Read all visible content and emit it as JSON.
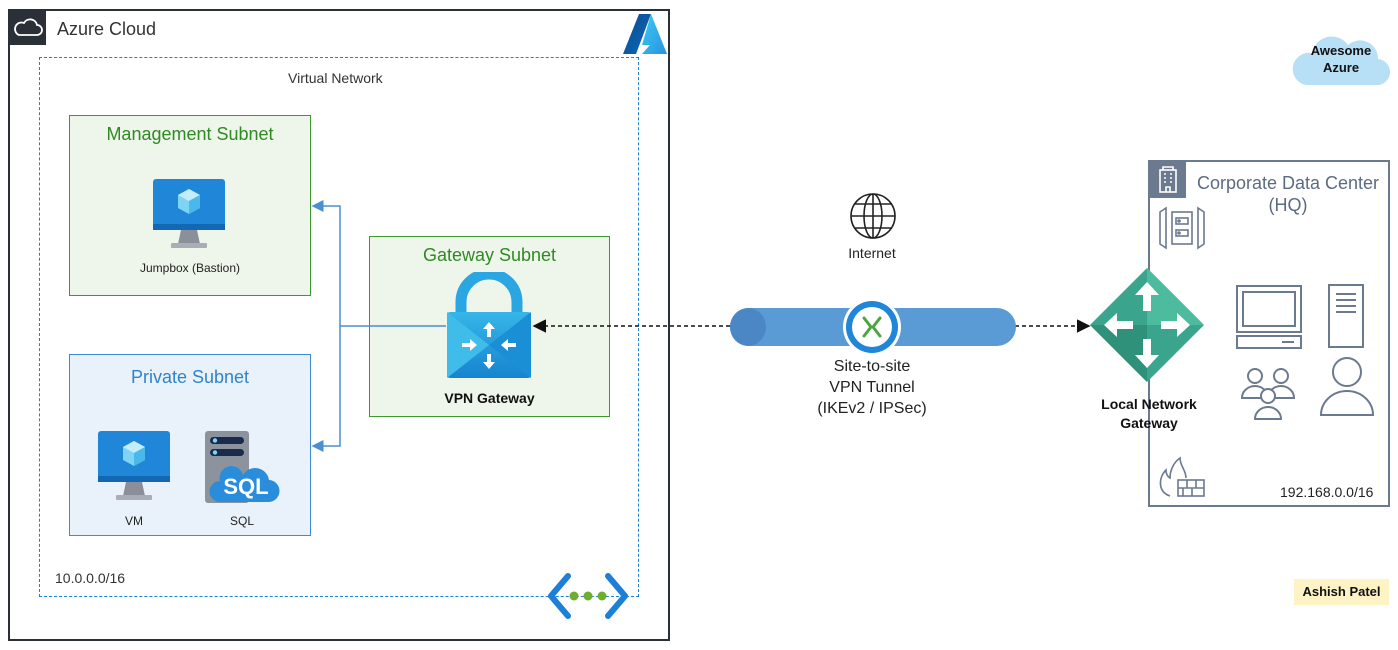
{
  "azure_cloud": {
    "title": "Azure Cloud"
  },
  "virtual_network": {
    "label": "Virtual Network",
    "cidr": "10.0.0.0/16"
  },
  "management_subnet": {
    "title": "Management Subnet",
    "jumpbox_label": "Jumpbox (Bastion)"
  },
  "private_subnet": {
    "title": "Private Subnet",
    "vm_label": "VM",
    "sql_label": "SQL",
    "sql_icon_text": "SQL"
  },
  "gateway_subnet": {
    "title": "Gateway Subnet",
    "vpn_gateway_label": "VPN Gateway"
  },
  "internet": {
    "label": "Internet"
  },
  "tunnel": {
    "line1": "Site-to-site",
    "line2": "VPN Tunnel",
    "line3": "(IKEv2 / IPSec)"
  },
  "local_network_gateway": {
    "line1": "Local Network",
    "line2": "Gateway"
  },
  "corporate_dc": {
    "title_line1": "Corporate Data Center",
    "title_line2": "(HQ)",
    "cidr": "192.168.0.0/16"
  },
  "badges": {
    "awesome_line1": "Awesome",
    "awesome_line2": "Azure",
    "author": "Ashish Patel"
  },
  "colors": {
    "azure_border": "#2b2f38",
    "vnet_border": "#1e7fd6",
    "subnet_green": "#3a9a2e",
    "subnet_blue": "#3d8bd1",
    "tunnel_blue": "#5b9bd5",
    "corp_border": "#6b7a8f",
    "router_teal": "#3aa58c"
  }
}
